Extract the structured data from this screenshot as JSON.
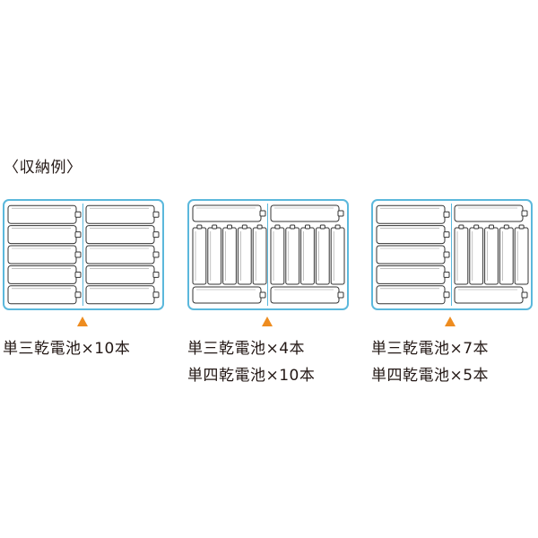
{
  "heading": "〈収納例〉",
  "accent_color": "#5bb8dc",
  "marker_color": "#ee8c1f",
  "examples": [
    {
      "caption": [
        "単三乾電池×10本"
      ],
      "left": {
        "aa": 5,
        "aaa": 0
      },
      "right": {
        "aa": 5,
        "aaa": 0
      }
    },
    {
      "caption": [
        "単三乾電池×4本",
        "単四乾電池×10本"
      ],
      "left": {
        "aa": 2,
        "aaa": 5
      },
      "right": {
        "aa": 2,
        "aaa": 5
      }
    },
    {
      "caption": [
        "単三乾電池×7本",
        "単四乾電池×5本"
      ],
      "left": {
        "aa": 5,
        "aaa": 0
      },
      "right": {
        "aa": 2,
        "aaa": 5
      }
    }
  ]
}
